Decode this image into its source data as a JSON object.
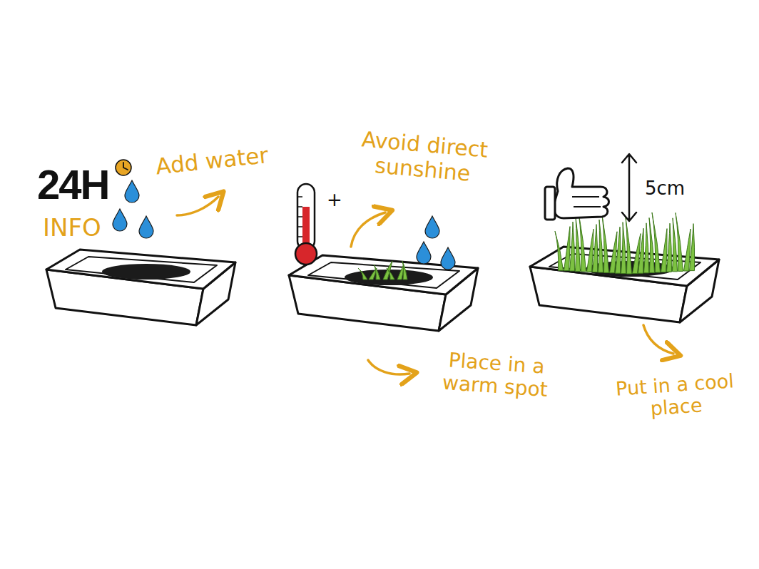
{
  "diagram": {
    "labels": [
      "24H",
      "INFO",
      "Add water",
      "+",
      "Avoid direct sunshine",
      "5cm",
      "Place in a warm spot",
      "Put in a cool place"
    ]
  }
}
